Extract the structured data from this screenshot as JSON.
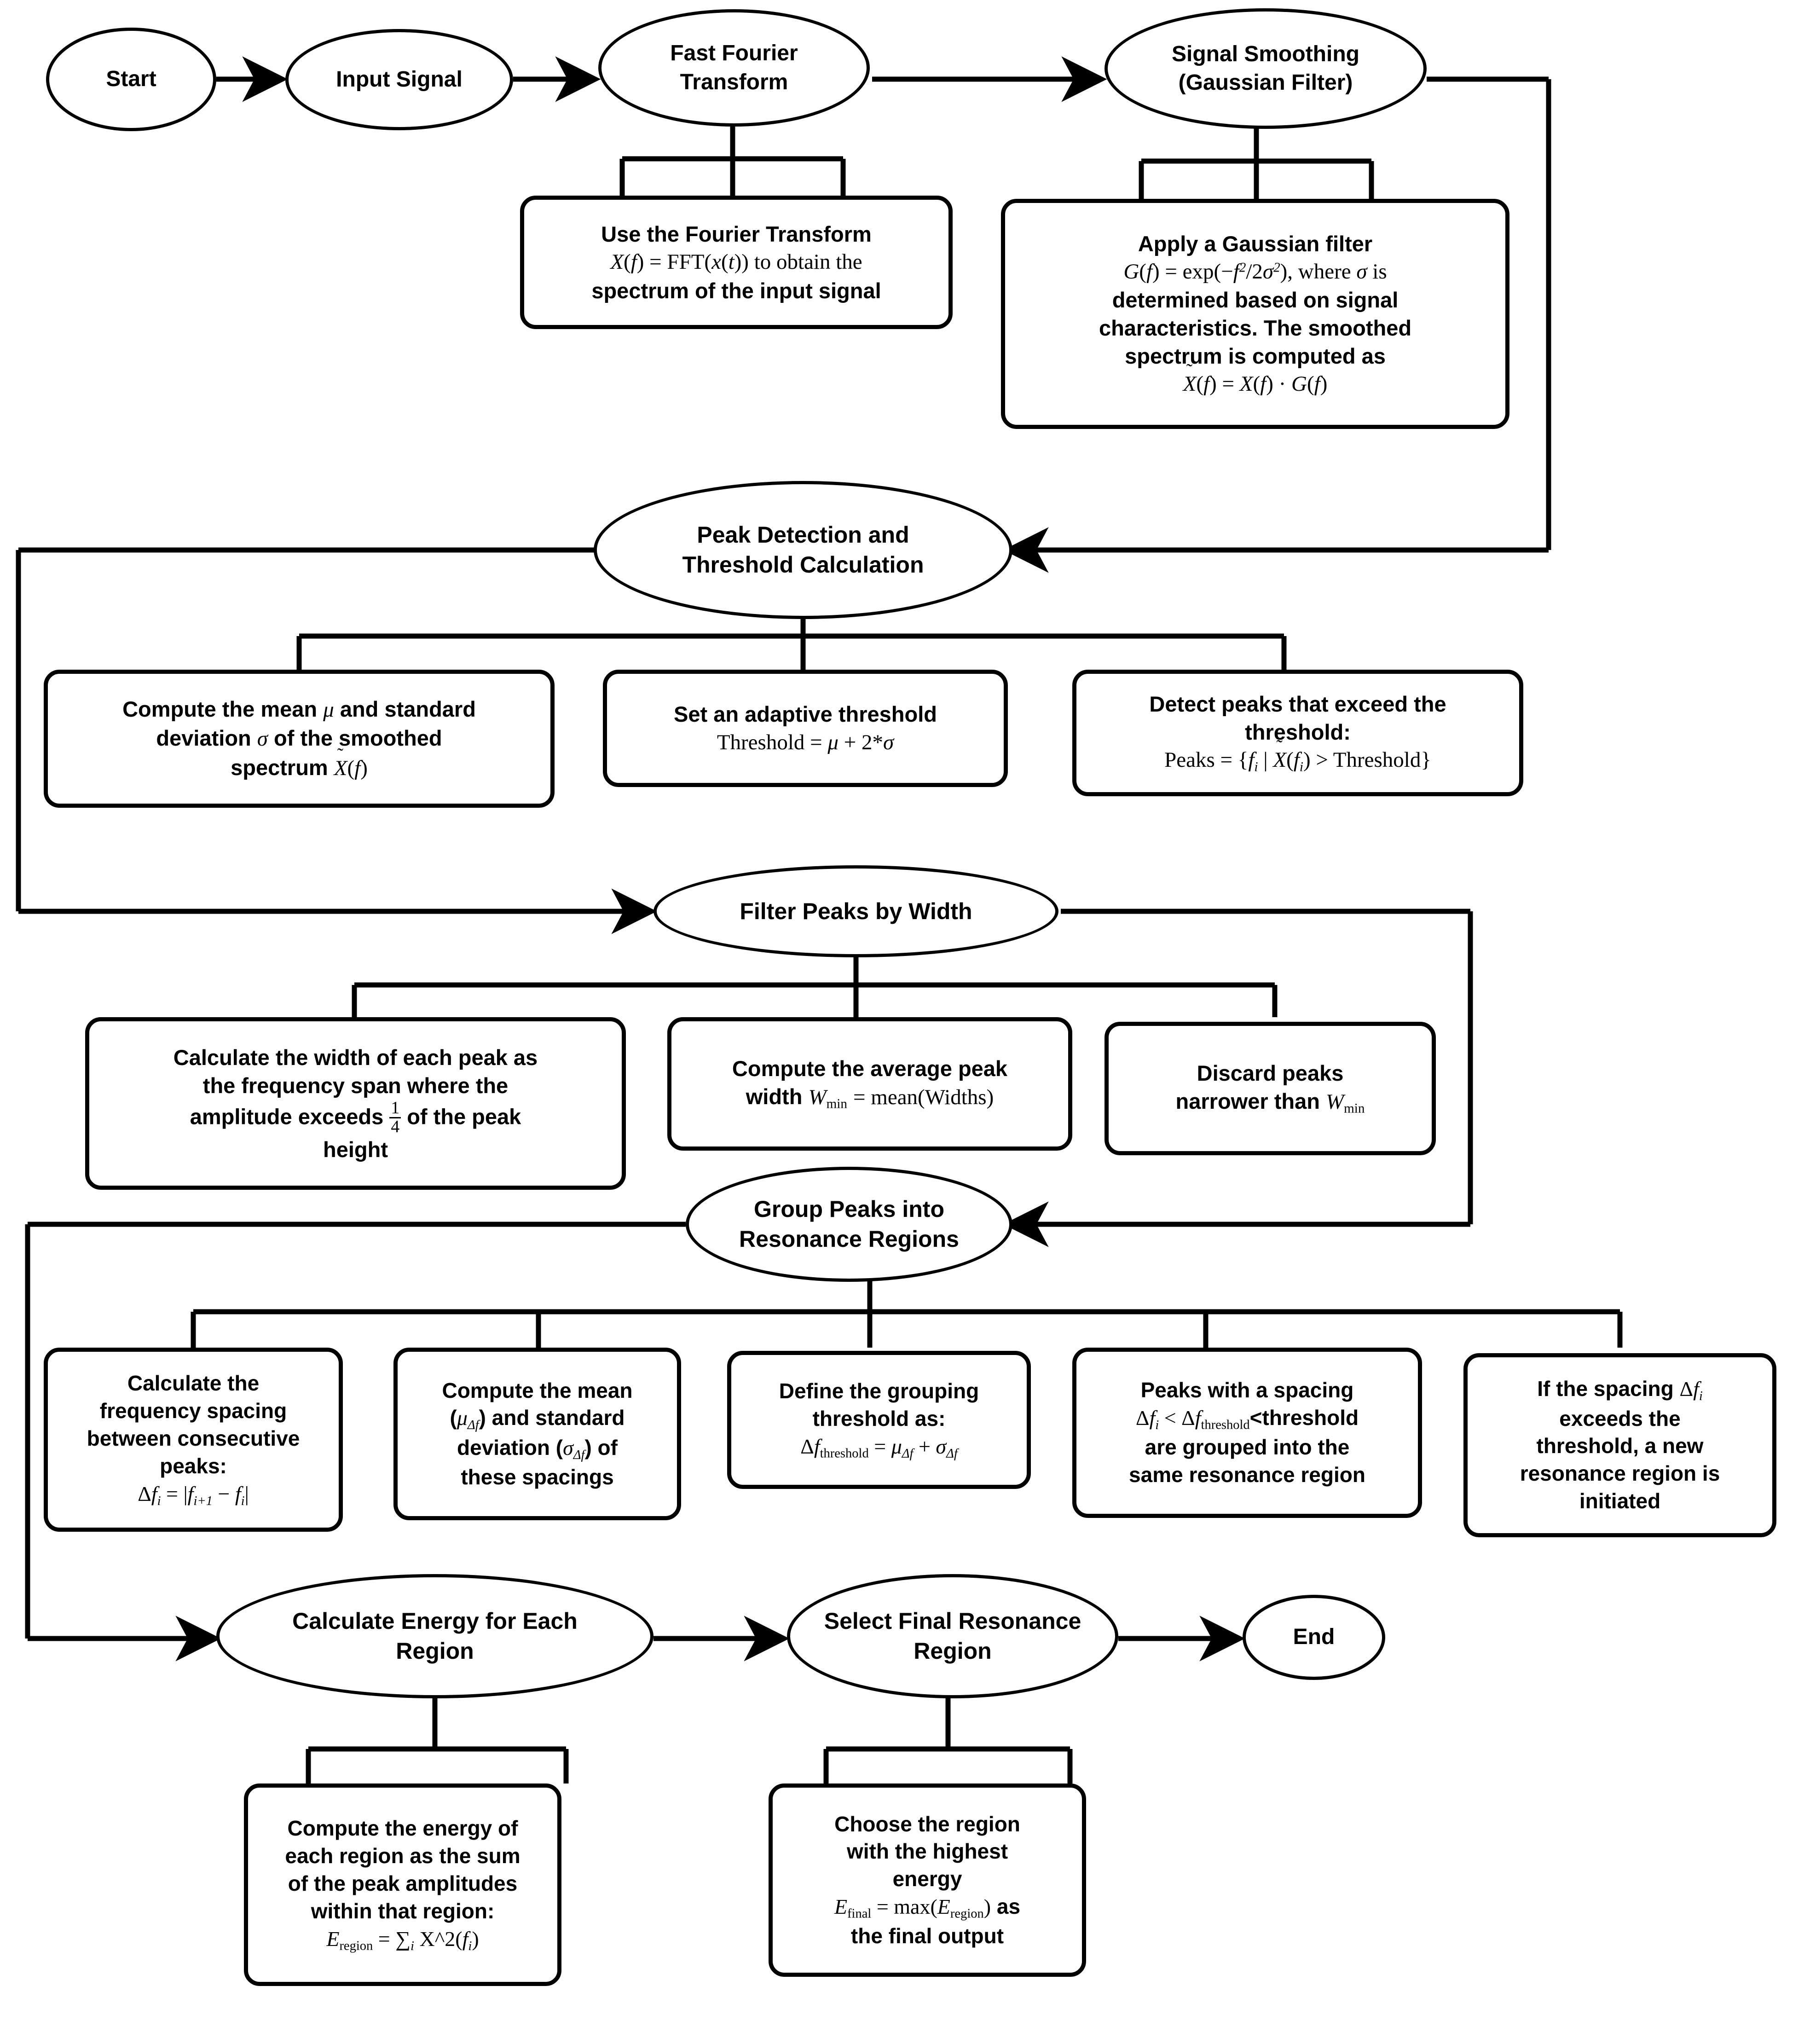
{
  "diagram": {
    "type": "flowchart",
    "title": "Resonance Region Detection Flowchart",
    "orientation": "top-to-bottom",
    "line_color": "#000000",
    "fill_color": "#ffffff"
  },
  "nodes": {
    "start": {
      "label": "Start",
      "shape": "ellipse"
    },
    "input_signal": {
      "label": "Input Signal",
      "shape": "ellipse"
    },
    "fft": {
      "label": "Fast Fourier\nTransform",
      "line1": "Fast Fourier",
      "line2": "Transform",
      "shape": "ellipse"
    },
    "smoothing": {
      "line1": "Signal Smoothing",
      "line2": "(Gaussian Filter)",
      "shape": "ellipse"
    },
    "peak_detection": {
      "line1": "Peak Detection and",
      "line2": "Threshold Calculation",
      "shape": "ellipse"
    },
    "filter_width": {
      "line1": "Filter Peaks by Width",
      "shape": "ellipse"
    },
    "group_peaks": {
      "line1": "Group Peaks into",
      "line2": "Resonance Regions",
      "shape": "ellipse"
    },
    "calc_energy": {
      "line1": "Calculate Energy for Each",
      "line2": "Region",
      "shape": "ellipse"
    },
    "select_final": {
      "line1": "Select Final Resonance",
      "line2": "Region",
      "shape": "ellipse"
    },
    "end": {
      "label": "End",
      "shape": "ellipse"
    }
  },
  "detail_boxes": {
    "fft_detail": {
      "line1": "Use the Fourier Transform",
      "formula": "X(f) = FFT(x(t)) to obtain the",
      "line3": "spectrum of the input signal"
    },
    "gaussian_detail": {
      "line1": "Apply a Gaussian filter",
      "formula1": "G(f) = exp(−f²/2σ²), where σ is",
      "line3": "determined based on signal",
      "line4": "characteristics. The smoothed",
      "line5": "spectrum is computed as",
      "formula2": "X̃(f) = X(f) · G(f)"
    },
    "mean_std": {
      "line1": "Compute the mean μ and standard",
      "line2": "deviation σ of the smoothed",
      "line3": "spectrum X̃(f)"
    },
    "adaptive_threshold": {
      "line1": "Set an adaptive threshold",
      "formula": "Threshold = μ + 2*σ"
    },
    "detect_peaks": {
      "line1": "Detect peaks that exceed the",
      "line2": "threshold:",
      "formula": "Peaks = {fᵢ | X̃(fᵢ) > Threshold}"
    },
    "peak_width": {
      "line1": "Calculate the width of each peak as",
      "line2": "the frequency span where the",
      "line3_pre": "amplitude exceeds",
      "fraction_num": "1",
      "fraction_den": "4",
      "line3_post": "of the peak",
      "line4": "height"
    },
    "avg_width": {
      "line1": "Compute the average peak",
      "formula": "width Wₘᵢₙ = mean(Widths)"
    },
    "discard": {
      "line1": "Discard peaks",
      "formula": "narrower than Wₘᵢₙ"
    },
    "freq_spacing": {
      "line1": "Calculate the",
      "line2": "frequency spacing",
      "line3": "between consecutive",
      "line4": "peaks:",
      "formula": "Δfᵢ = |fᵢ₊₁ − fᵢ|"
    },
    "mean_std_spacing": {
      "line1": "Compute the mean",
      "line2": "(μΔf) and standard",
      "line3": "deviation (σΔf) of",
      "line4": "these spacings"
    },
    "grouping_threshold": {
      "line1": "Define the grouping",
      "line2": "threshold as:",
      "formula": "Δf_threshold = μΔf + σΔf"
    },
    "group_rule": {
      "line1": "Peaks with a spacing",
      "formula": "Δfᵢ < Δf_threshold<threshold",
      "line3": "are grouped into the",
      "line4": "same resonance region"
    },
    "new_region": {
      "line1": "If the spacing Δfᵢ",
      "line2": "exceeds the",
      "line3": "threshold, a new",
      "line4": "resonance region is",
      "line5": "initiated"
    },
    "energy_detail": {
      "line1": "Compute the energy of",
      "line2": "each region as the sum",
      "line3": "of the peak amplitudes",
      "line4": "within that region:",
      "formula": "E_region = ∑ᵢ X^2(fᵢ)"
    },
    "final_detail": {
      "line1": "Choose the region",
      "line2": "with the highest",
      "line3": "energy",
      "formula": "E_final = max(E_region) as",
      "line5": "the final output"
    }
  }
}
